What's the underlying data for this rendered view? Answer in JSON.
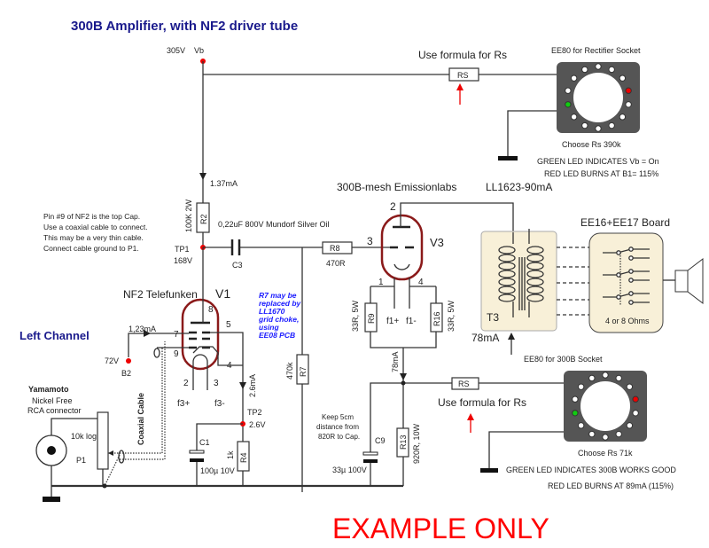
{
  "title": "300B Amplifier,  with NF2 driver tube",
  "supply": {
    "voltage": "305V",
    "name": "Vb"
  },
  "top_rs": {
    "label": "RS",
    "note": "Use formula for Rs"
  },
  "rect_socket": {
    "title": "EE80 for Rectifier Socket",
    "choose": "Choose Rs  390k",
    "green": "GREEN LED INDICATES Vb = On",
    "red": "RED LED BURNS AT B1= 115%"
  },
  "r2": {
    "name": "R2",
    "value": "100K 2W",
    "current": "1.37mA"
  },
  "tp1": {
    "name": "TP1",
    "voltage": "168V"
  },
  "c3": {
    "name": "C3",
    "value": "0,22uF 800V Mundorf Silver Oil"
  },
  "r8": {
    "name": "R8",
    "value": "470R"
  },
  "r7": {
    "name": "R7",
    "value": "470k",
    "note": [
      "R7 may be",
      "replaced by",
      "LL1670",
      "grid choke,",
      "using",
      "EE08 PCB"
    ]
  },
  "pin_note": [
    "Pin #9 of NF2 is the top Cap.",
    "Use a coaxial cable to connect.",
    "This may be a very thin cable.",
    "Connect cable ground to P1."
  ],
  "v1": {
    "name": "V1",
    "type": "NF2 Telefunken",
    "pins": [
      "8",
      "7",
      "9",
      "5",
      "4",
      "2",
      "3"
    ],
    "f_plus": "f3+",
    "f_minus": "f3-",
    "current": "2.6mA"
  },
  "left": {
    "channel": "Left Channel",
    "g2_current": "1,23mA",
    "b2_voltage": "72V",
    "b2_name": "B2"
  },
  "tp2": {
    "name": "TP2",
    "voltage": "2.6V"
  },
  "c1": {
    "name": "C1",
    "value": "100µ 10V"
  },
  "r4": {
    "name": "R4",
    "value": "1k"
  },
  "input": {
    "brand": "Yamamoto",
    "line1": "Nickel Free",
    "line2": "RCA connector",
    "pot_value": "10k log",
    "pot_name": "P1",
    "cable": "Coaxial Cable"
  },
  "v3": {
    "name": "V3",
    "type": "300B-mesh Emissionlabs",
    "pins": [
      "2",
      "3",
      "1",
      "4"
    ],
    "f_plus": "f1+",
    "f_minus": "f1-",
    "current": "78mA"
  },
  "r9": {
    "name": "R9",
    "value": "33R, 5W"
  },
  "r16": {
    "name": "R16",
    "value": "33R, 5W"
  },
  "t3": {
    "name": "T3",
    "type": "LL1623-90mA",
    "current": "78mA"
  },
  "board": {
    "title": "EE16+EE17 Board",
    "ohms": "4 or 8 Ohms"
  },
  "bottom_rs": {
    "label": "RS",
    "note": "Use formula for Rs"
  },
  "tube_socket": {
    "title": "EE80 for 300B Socket",
    "choose": "Choose Rs  71k",
    "green": "GREEN LED INDICATES 300B WORKS GOOD",
    "red": "RED LED BURNS AT 89mA (115%)"
  },
  "c9": {
    "name": "C9",
    "value": "33µ 100V",
    "note": [
      "Keep  5cm",
      "distance from",
      "820R to Cap."
    ]
  },
  "r13": {
    "name": "R13",
    "value": "920R, 10W"
  },
  "watermark": "EXAMPLE ONLY",
  "colors": {
    "title": "#1a1a8c",
    "tube": "#8b1a1a",
    "testpoint": "#e00000",
    "note": "#1a1aff",
    "board": "#f8f0d8",
    "socket": "#555555"
  }
}
